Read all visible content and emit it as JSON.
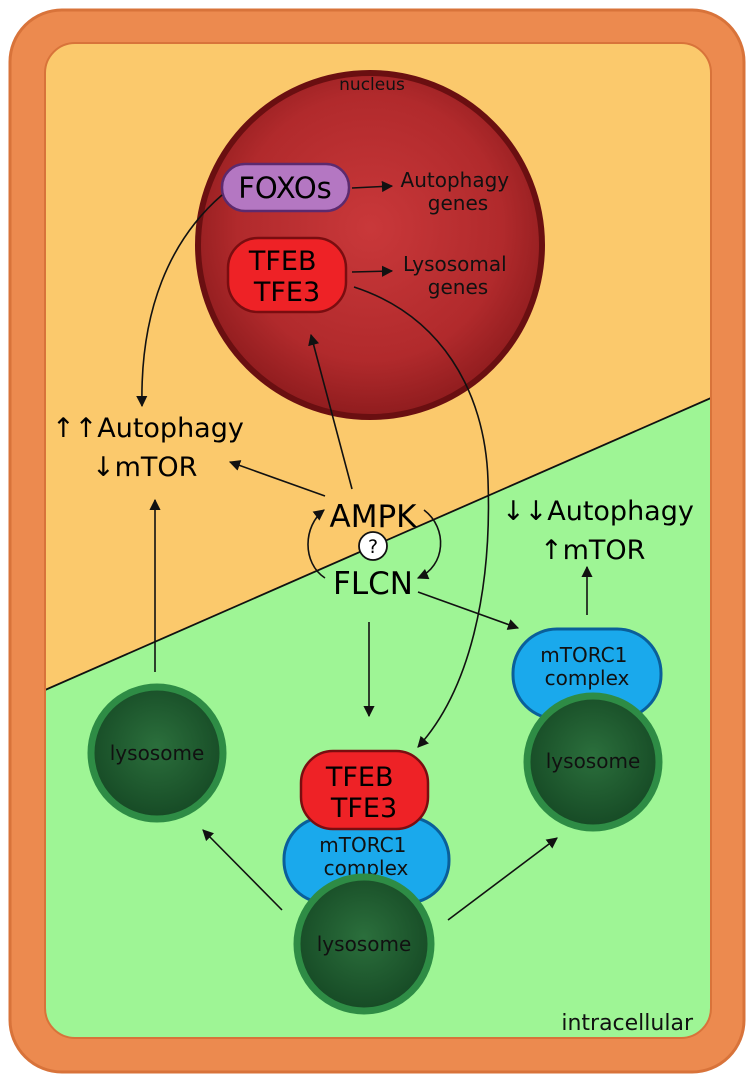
{
  "nucleus": {
    "label": "nucleus",
    "foxos_label": "FOXOs",
    "foxos_target": [
      "Autophagy",
      "genes"
    ],
    "tfeb_label": [
      "TFEB",
      "TFE3"
    ],
    "tfeb_target": [
      "Lysosomal",
      "genes"
    ]
  },
  "left_state": {
    "autophagy": "↑↑Autophagy",
    "mtor": "↓mTOR"
  },
  "right_state": {
    "autophagy": "↓↓Autophagy",
    "mtor": "↑mTOR"
  },
  "center": {
    "ampk": "AMPK",
    "question": "?",
    "flcn": "FLCN"
  },
  "lysosome_left": {
    "label": "lysosome"
  },
  "lysosome_right": {
    "label": "lysosome",
    "complex": [
      "mTORC1",
      "complex"
    ]
  },
  "lysosome_bottom": {
    "label": "lysosome",
    "complex": [
      "mTORC1",
      "complex"
    ],
    "tfeb": [
      "TFEB",
      "TFE3"
    ]
  },
  "region_label": "intracellular",
  "colors": {
    "membrane": "#ec8a4f",
    "cytoplasm_top": "#fbc96c",
    "cytoplasm_bottom": "#9ef595",
    "nucleus": "#b52a2c",
    "foxos": "#b477c2",
    "tfeb": "#ee2226",
    "mtorc1": "#1aa9ec",
    "lysosome": "#1e5a2e"
  }
}
